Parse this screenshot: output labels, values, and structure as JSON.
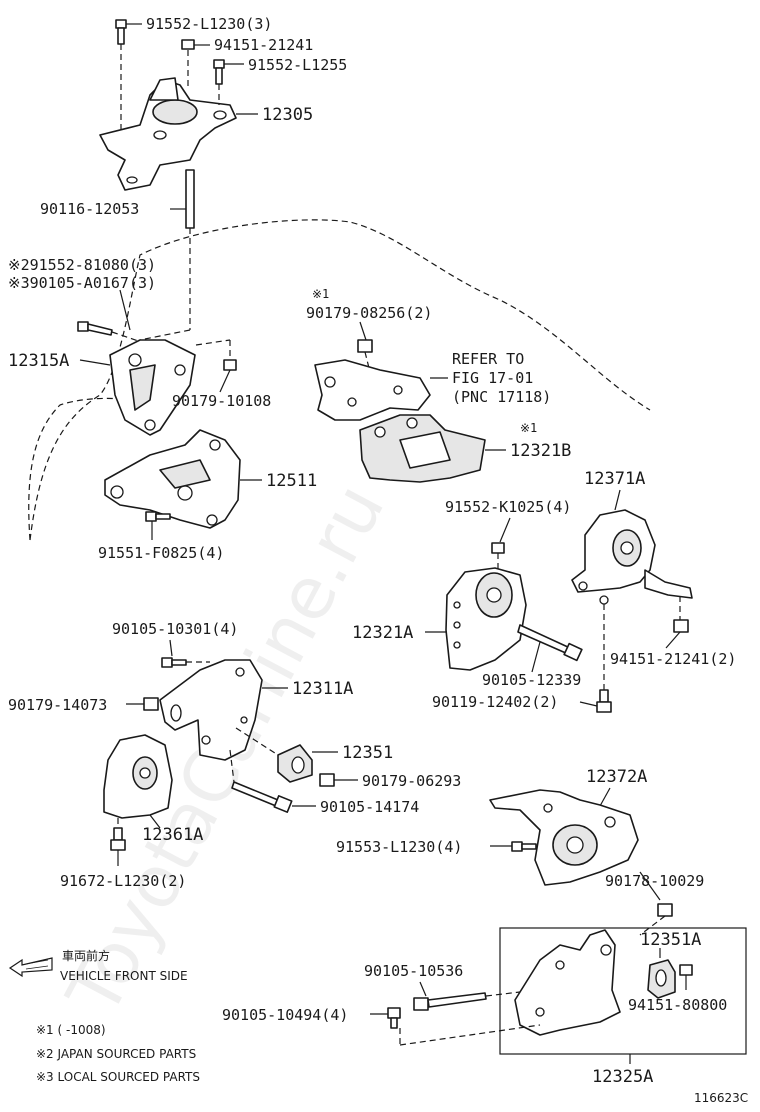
{
  "labels": {
    "p91552_l1230_3": "91552-L1230(3)",
    "p94151_21241": "94151-21241",
    "p91552_l1255": "91552-L1255",
    "p12305": "12305",
    "p90116_12053": "90116-12053",
    "p91552_81080": "※291552-81080(3)",
    "p90105_a0167": "※390105-A0167(3)",
    "p12315a": "12315A",
    "p90179_10108": "90179-10108",
    "p12511": "12511",
    "p91551_f0825": "91551-F0825(4)",
    "note1_mark": "※1",
    "p90179_08256": "90179-08256(2)",
    "refer1": "REFER TO",
    "refer2": "FIG 17-01",
    "refer3": "(PNC 17118)",
    "note1_mark_b": "※1",
    "p12321b": "12321B",
    "p12371a": "12371A",
    "p91552_k1025": "91552-K1025(4)",
    "p12321a": "12321A",
    "p90105_12339": "90105-12339",
    "p90119_12402": "90119-12402(2)",
    "p94151_21241_2": "94151-21241(2)",
    "p90105_10301": "90105-10301(4)",
    "p12311a": "12311A",
    "p90179_14073": "90179-14073",
    "p12351": "12351",
    "p90179_06293": "90179-06293",
    "p90105_14174": "90105-14174",
    "p12361a": "12361A",
    "p12372a": "12372A",
    "p91553_l1230": "91553-L1230(4)",
    "p91672_l1230": "91672-L1230(2)",
    "p90178_10029": "90178-10029",
    "p12351a": "12351A",
    "p90105_10536": "90105-10536",
    "p94151_80800": "94151-80800",
    "p90105_10494": "90105-10494(4)",
    "p12325a": "12325A"
  },
  "legend": {
    "front_jp": "車両前方",
    "front_en": "VEHICLE FRONT SIDE",
    "note1": "※1 (      -1008)",
    "note2": "※2 JAPAN SOURCED PARTS",
    "note3": "※3 LOCAL SOURCED PARTS"
  },
  "figure_id": "116623C",
  "watermark": "ToyotaCarline.ru"
}
